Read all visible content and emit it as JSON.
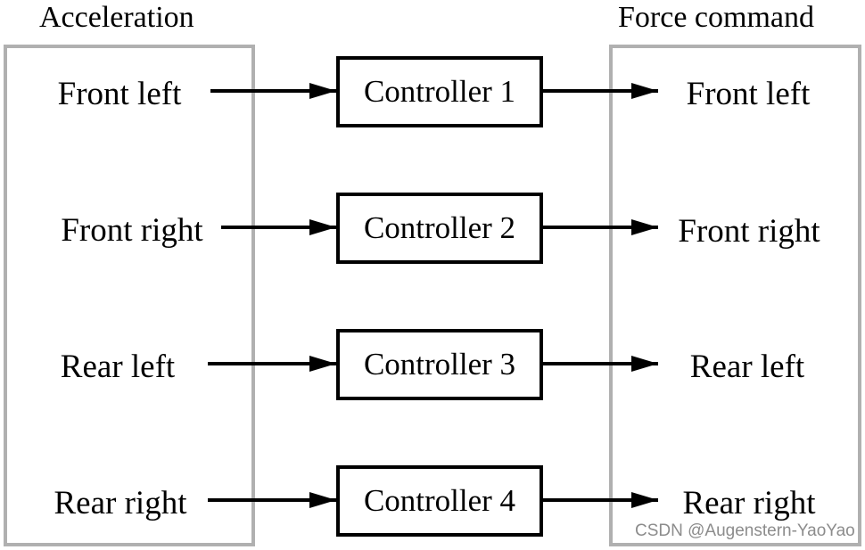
{
  "diagram": {
    "input_group_title": "Acceleration",
    "output_group_title": "Force command",
    "rows": [
      {
        "input": "Front left",
        "controller": "Controller 1",
        "output": "Front left"
      },
      {
        "input": "Front right",
        "controller": "Controller 2",
        "output": "Front right"
      },
      {
        "input": "Rear left",
        "controller": "Controller 3",
        "output": "Rear left"
      },
      {
        "input": "Rear right",
        "controller": "Controller 4",
        "output": "Rear right"
      }
    ]
  },
  "colors": {
    "group_border": "#b0b0b0",
    "controller_border": "#000000",
    "arrow": "#000000",
    "watermark": "#8c8c8c"
  },
  "watermark": "CSDN @Augenstern-YaoYao"
}
